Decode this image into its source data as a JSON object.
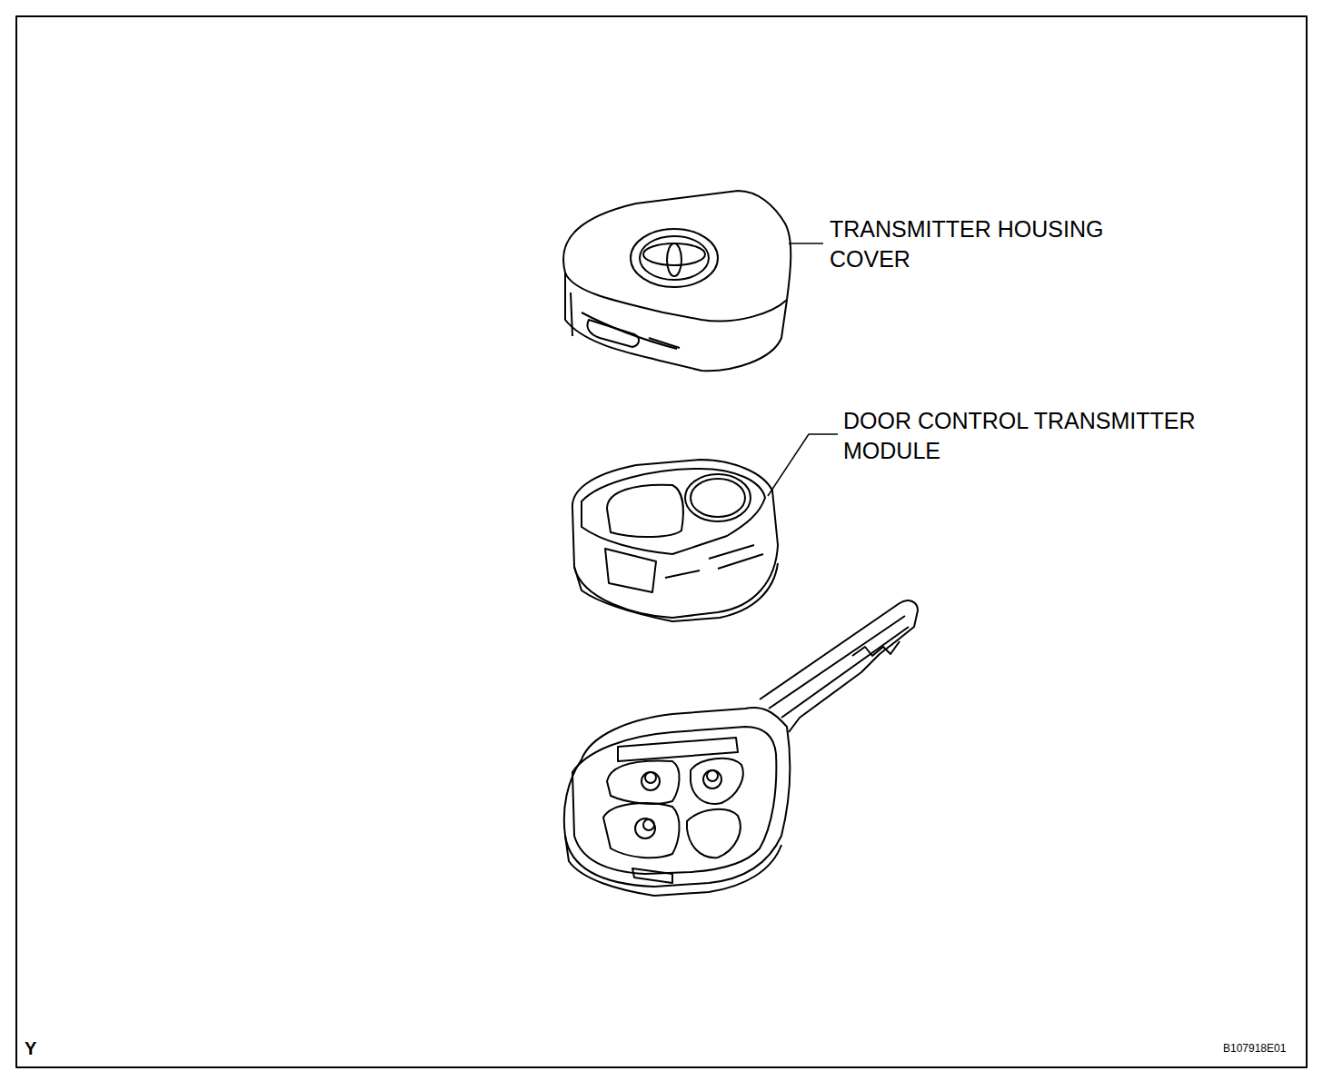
{
  "diagram": {
    "labels": [
      "TRANSMITTER HOUSING COVER",
      "DOOR CONTROL TRANSMITTER MODULE",
      "Y",
      "B107918E01"
    ]
  }
}
